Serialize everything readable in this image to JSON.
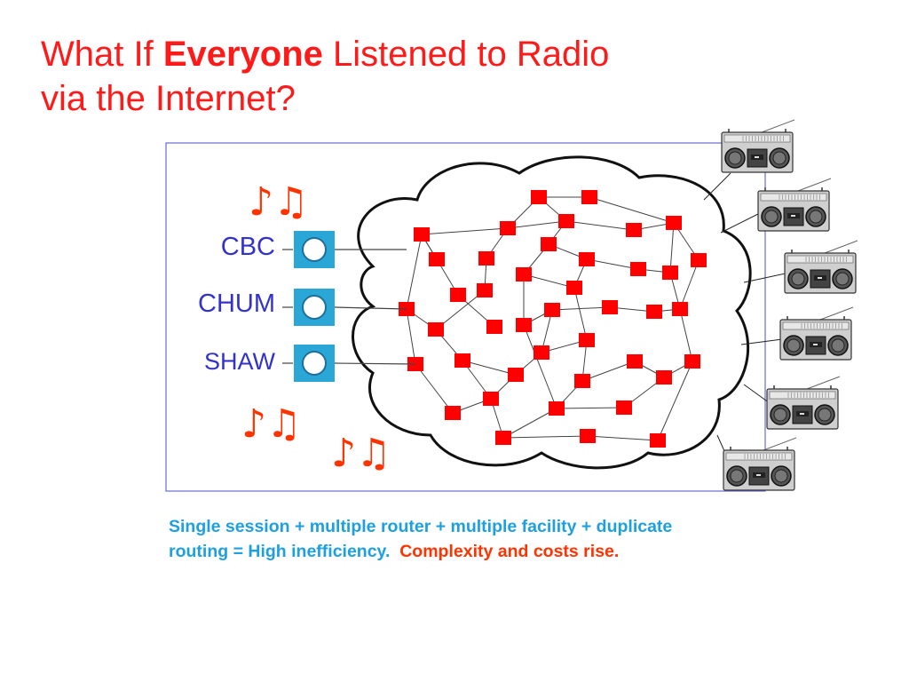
{
  "title": {
    "part1": "What If ",
    "emphasis": "Everyone",
    "part2": " Listened to Radio",
    "line2": "via the Internet?"
  },
  "stations": [
    {
      "label": "CBC"
    },
    {
      "label": "CHUM"
    },
    {
      "label": "SHAW"
    }
  ],
  "music_notes": "♪♫",
  "caption": {
    "blue_line1": "Single session + multiple router + multiple facility + duplicate",
    "blue_line2": "routing = High inefficiency.",
    "red": "Complexity and  costs rise."
  },
  "colors": {
    "title": "#ff1a1a",
    "router": "#ff0000",
    "station_box": "#2aa7d6",
    "station_label": "#3333cc",
    "frame": "#6a6ad0",
    "caption_blue": "#1ea0e0",
    "caption_red": "#ff3300"
  },
  "icons": [
    "radio-icon",
    "station-icon",
    "music-note-icon",
    "router-icon",
    "internet-cloud"
  ]
}
